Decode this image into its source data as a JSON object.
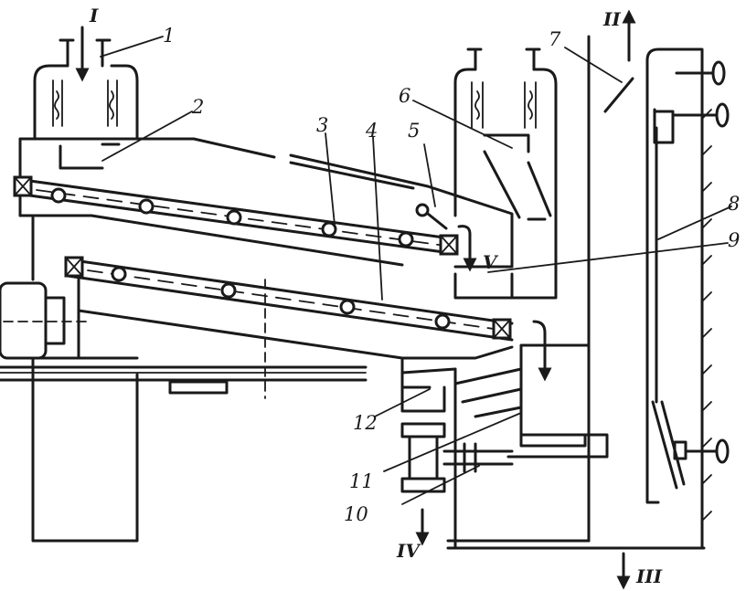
{
  "diagram": {
    "callouts": [
      {
        "id": "1",
        "text": "1"
      },
      {
        "id": "2",
        "text": "2"
      },
      {
        "id": "3",
        "text": "3"
      },
      {
        "id": "4",
        "text": "4"
      },
      {
        "id": "5",
        "text": "5"
      },
      {
        "id": "6",
        "text": "6"
      },
      {
        "id": "7",
        "text": "7"
      },
      {
        "id": "8",
        "text": "8"
      },
      {
        "id": "9",
        "text": "9"
      },
      {
        "id": "10",
        "text": "10"
      },
      {
        "id": "11",
        "text": "11"
      },
      {
        "id": "12",
        "text": "12"
      }
    ],
    "flows": {
      "I": "I",
      "II": "II",
      "III": "III",
      "IV": "IV",
      "V": "V"
    }
  }
}
